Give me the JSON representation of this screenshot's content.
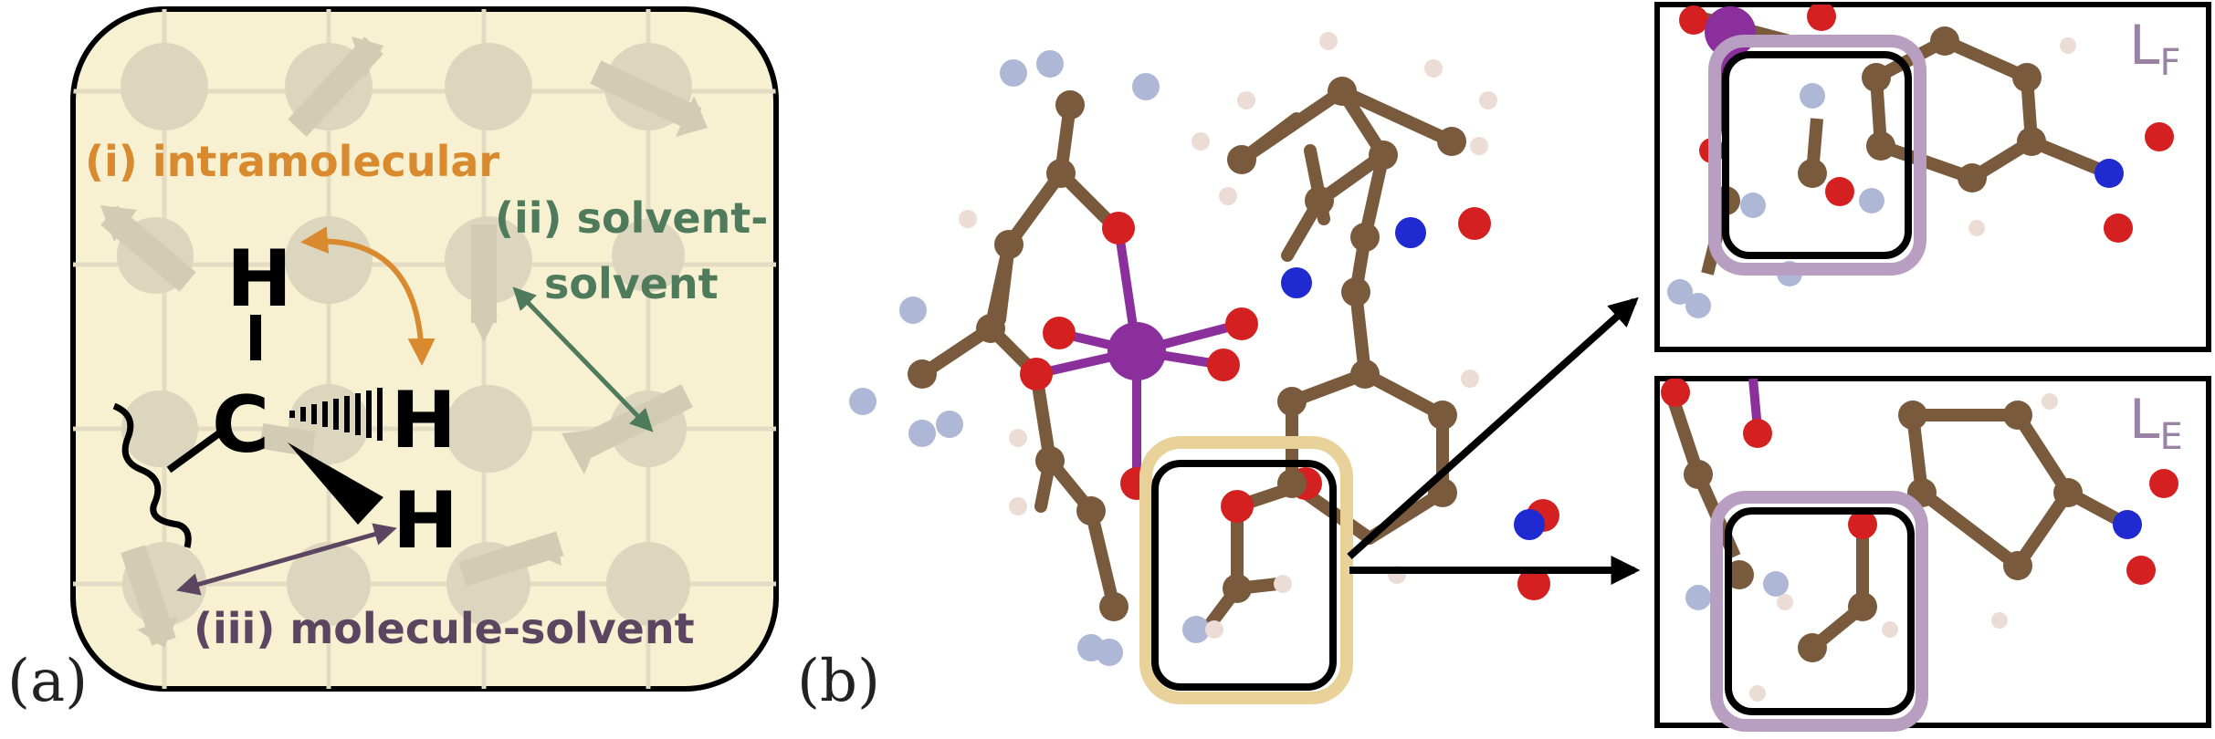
{
  "panel_a": {
    "letter": "(a)",
    "interactions": {
      "intramolecular": "(i) intramolecular",
      "solvent_solvent_line1": "(ii) solvent-",
      "solvent_solvent_line2": "solvent",
      "molecule_solvent": "(iii) molecule-solvent"
    },
    "molecule": {
      "atom_h_top": "H",
      "atom_c": "C",
      "atom_h_right": "H",
      "atom_h_bottom": "H"
    },
    "colors": {
      "background": "#f7f1d2",
      "intramolecular": "#d98a2e",
      "solvent_solvent": "#4f7a5c",
      "molecule_solvent": "#5b4560"
    }
  },
  "panel_b": {
    "letter": "(b)",
    "inset_top": {
      "main": "L",
      "sub": "F"
    },
    "inset_bottom": {
      "main": "L",
      "sub": "E"
    },
    "colors": {
      "carbon": "#7a5a3c",
      "oxygen": "#d42020",
      "nitrogen": "#1f2ad0",
      "hydrogen": "#ecdcd6",
      "fluorine": "#aeb8d6",
      "metal": "#8b2f9c",
      "highlight": "#e9d29a",
      "inset_frame": "#b89ec0"
    }
  }
}
